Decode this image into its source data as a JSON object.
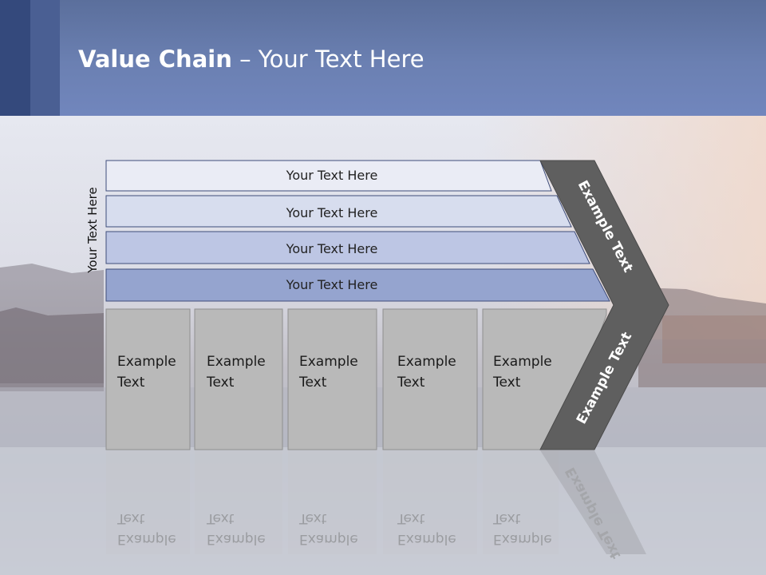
{
  "title": {
    "bold": "Value Chain",
    "rest": " – Your Text Here"
  },
  "side_label": "Your Text Here",
  "bars": [
    {
      "label": "Your Text Here",
      "fill": "#eaecf5"
    },
    {
      "label": "Your Text Here",
      "fill": "#d7ddee"
    },
    {
      "label": "Your Text Here",
      "fill": "#bdc6e4"
    },
    {
      "label": "Your Text Here",
      "fill": "#95a4cf"
    }
  ],
  "boxes": [
    {
      "line1": "Example",
      "line2": "Text"
    },
    {
      "line1": "Example",
      "line2": "Text"
    },
    {
      "line1": "Example",
      "line2": "Text"
    },
    {
      "line1": "Example",
      "line2": "Text"
    },
    {
      "line1": "Example",
      "line2": "Text"
    }
  ],
  "arrow": {
    "upper_label": "Example Text",
    "lower_label": "Example Text",
    "fill": "#5f5f5f"
  },
  "colors": {
    "header": "#6b80b2",
    "box_fill": "#b9b9b9",
    "box_stroke": "#8f8f8f",
    "bar_stroke": "#3e4d7a"
  }
}
